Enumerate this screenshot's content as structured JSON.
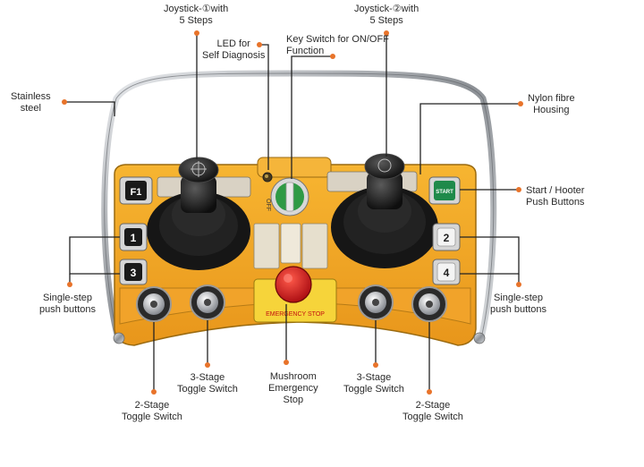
{
  "labels": {
    "joystick1": [
      "Joystick-①with",
      "5 Steps"
    ],
    "joystick2": [
      "Joystick-②with",
      "5 Steps"
    ],
    "led": [
      "LED for",
      "Self Diagnosis"
    ],
    "key_switch": [
      "Key Switch for ON/OFF",
      "Function"
    ],
    "stainless": [
      "Stainless",
      "steel"
    ],
    "housing": [
      "Nylon fibre",
      "Housing"
    ],
    "start_hooter": [
      "Start / Hooter",
      "Push Buttons"
    ],
    "single_step_left": [
      "Single-step",
      "push buttons"
    ],
    "single_step_right": [
      "Single-step",
      "push buttons"
    ],
    "toggle3_left": [
      "3-Stage",
      "Toggle Switch"
    ],
    "toggle3_right": [
      "3-Stage",
      "Toggle Switch"
    ],
    "toggle2_left": [
      "2-Stage",
      "Toggle Switch"
    ],
    "toggle2_right": [
      "2-Stage",
      "Toggle Switch"
    ],
    "mushroom": [
      "Mushroom",
      "Emergency",
      "Stop"
    ]
  },
  "panel_text": {
    "f1": "F1",
    "btn1": "1",
    "btn2": "2",
    "btn3": "3",
    "btn4": "4",
    "start": "START",
    "off": "OFF",
    "emergency_stop": "EMERGENCY STOP"
  },
  "colors": {
    "housing_yellow": "#f2a623",
    "frame_steel": "#b9bcc0",
    "leader_line": "#222222",
    "dot": "#e8732a",
    "emergency_red": "#d8141b",
    "start_green": "#1f8a4a"
  }
}
